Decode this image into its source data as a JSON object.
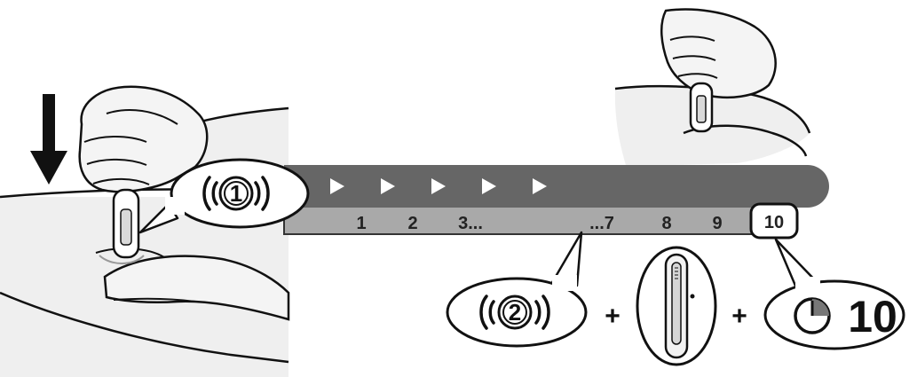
{
  "timeline": {
    "labels": [
      "1",
      "2",
      "3...",
      "...7",
      "8",
      "9"
    ],
    "final_label": "10",
    "arrow_count": 5
  },
  "bubbles": {
    "click_one": {
      "number": "1",
      "icon": "click-sound-icon"
    },
    "click_two": {
      "number": "2",
      "icon": "click-sound-icon"
    },
    "hold": {
      "number": "10",
      "icon": "clock-icon"
    },
    "plus_sign": "+"
  },
  "colors": {
    "bar_dark": "#666666",
    "bar_light": "#a9a9a9",
    "skin": "#efefef",
    "outline": "#111111"
  }
}
